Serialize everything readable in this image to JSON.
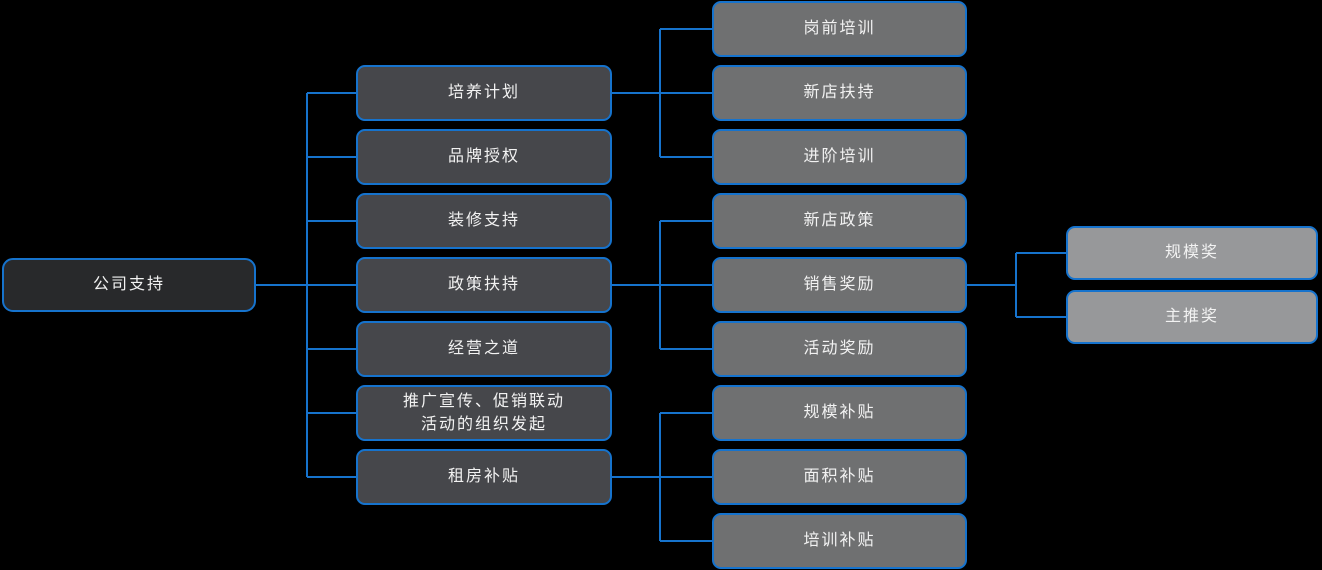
{
  "colors": {
    "background": "#000000",
    "accent_blue": "#1673cd",
    "node_fill_root": "#28292b",
    "node_fill_level2": "#46474b",
    "node_fill_level3": "#6f7071",
    "node_fill_level4": "#97989a",
    "text": "#f2f2f2"
  },
  "tree": {
    "label": "公司支持",
    "children": [
      {
        "label": "培养计划",
        "children": [
          {
            "label": "岗前培训"
          },
          {
            "label": "新店扶持"
          },
          {
            "label": "进阶培训"
          }
        ]
      },
      {
        "label": "品牌授权"
      },
      {
        "label": "装修支持"
      },
      {
        "label": "政策扶持",
        "children": [
          {
            "label": "新店政策"
          },
          {
            "label": "销售奖励",
            "children": [
              {
                "label": "规模奖"
              },
              {
                "label": "主推奖"
              }
            ]
          },
          {
            "label": "活动奖励"
          }
        ]
      },
      {
        "label": "经营之道"
      },
      {
        "label": "推广宣传、促销联动\n活动的组织发起"
      },
      {
        "label": "租房补贴",
        "children": [
          {
            "label": "规模补贴"
          },
          {
            "label": "面积补贴"
          },
          {
            "label": "培训补贴"
          }
        ]
      }
    ]
  }
}
